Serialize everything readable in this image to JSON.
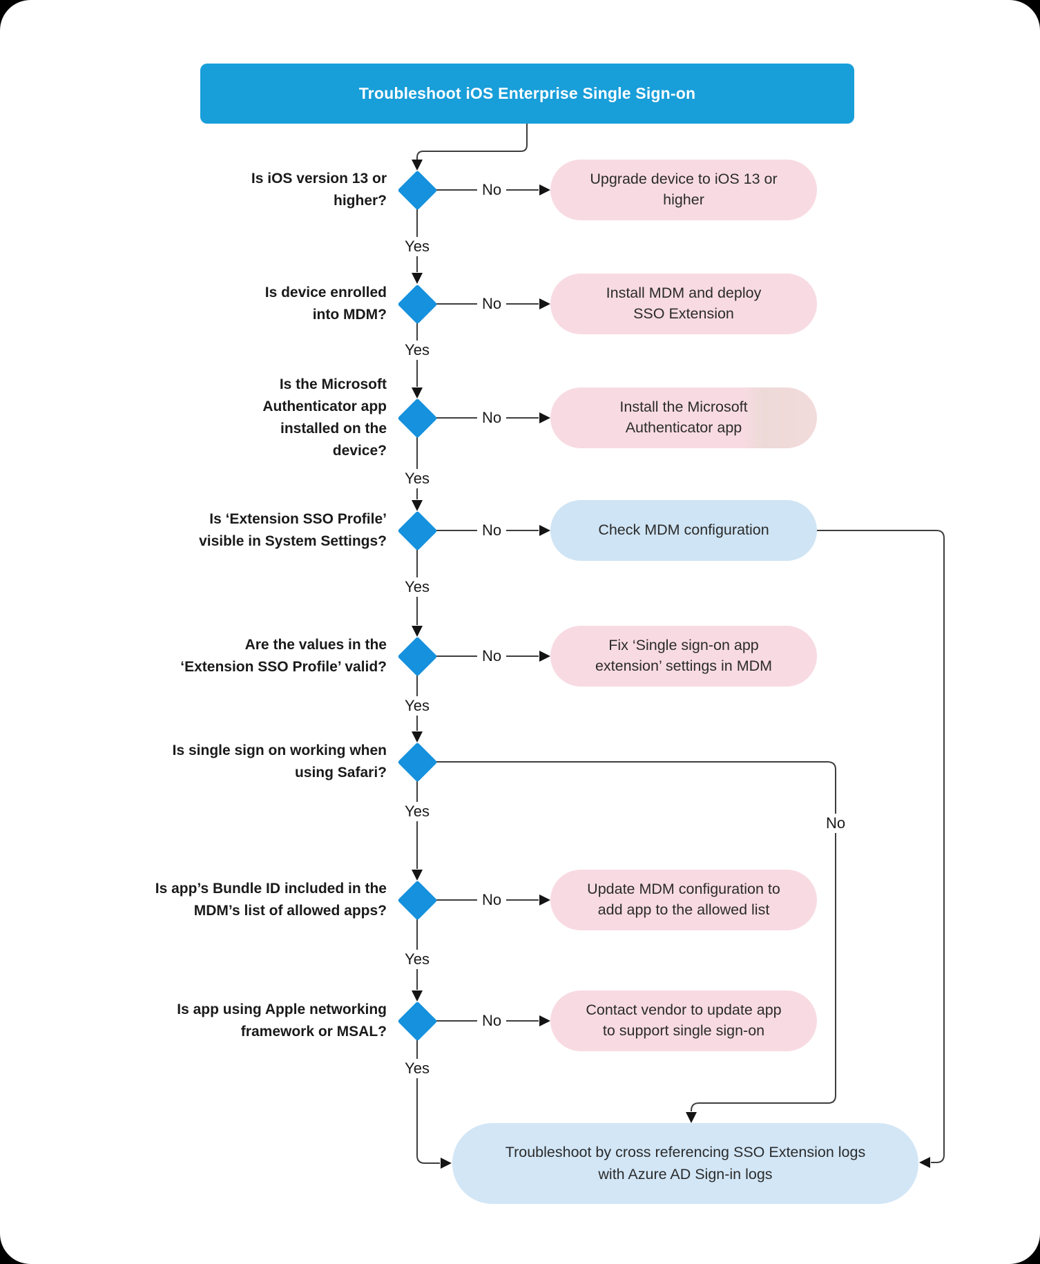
{
  "title": "Troubleshoot iOS Enterprise Single Sign-on",
  "labels": {
    "yes": "Yes",
    "no": "No"
  },
  "colors": {
    "title_bg": "#189ed9",
    "diamond": "#1591dd",
    "remediation_box_bg": "#f8dbe2",
    "diagnostic_box_bg": "#cfe4f4",
    "final_box_bg": "#d2e6f6",
    "line": "#3d3d3d",
    "title_text": "#ffffff",
    "body_text": "#2b2b2b"
  },
  "decisions": [
    {
      "question": "Is iOS version 13 or\nhigher?",
      "no_action": "Upgrade device to iOS 13 or\nhigher",
      "box_type": "pink"
    },
    {
      "question": "Is device enrolled\ninto MDM?",
      "no_action": "Install MDM and deploy\nSSO Extension",
      "box_type": "pink"
    },
    {
      "question": "Is the Microsoft\nAuthenticator app\ninstalled on the\ndevice?",
      "no_action": "Install the Microsoft\nAuthenticator app",
      "box_type": "pink"
    },
    {
      "question": "Is ‘Extension SSO Profile’\nvisible in System Settings?",
      "no_action": "Check MDM configuration",
      "box_type": "blue"
    },
    {
      "question": "Are the values in the\n‘Extension SSO Profile’ valid?",
      "no_action": "Fix ‘Single sign-on app\nextension’ settings in MDM",
      "box_type": "pink"
    },
    {
      "question": "Is single sign on working when\nusing Safari?",
      "no_action": "",
      "box_type": "none"
    },
    {
      "question": "Is app’s Bundle ID included in the\nMDM’s list of allowed apps?",
      "no_action": "Update MDM configuration to\nadd app to the allowed list",
      "box_type": "pink"
    },
    {
      "question": "Is app using Apple networking\nframework or MSAL?",
      "no_action": "Contact vendor to update app\nto support single sign-on",
      "box_type": "pink"
    }
  ],
  "final_step": "Troubleshoot by cross referencing SSO Extension logs\nwith Azure AD Sign-in logs"
}
